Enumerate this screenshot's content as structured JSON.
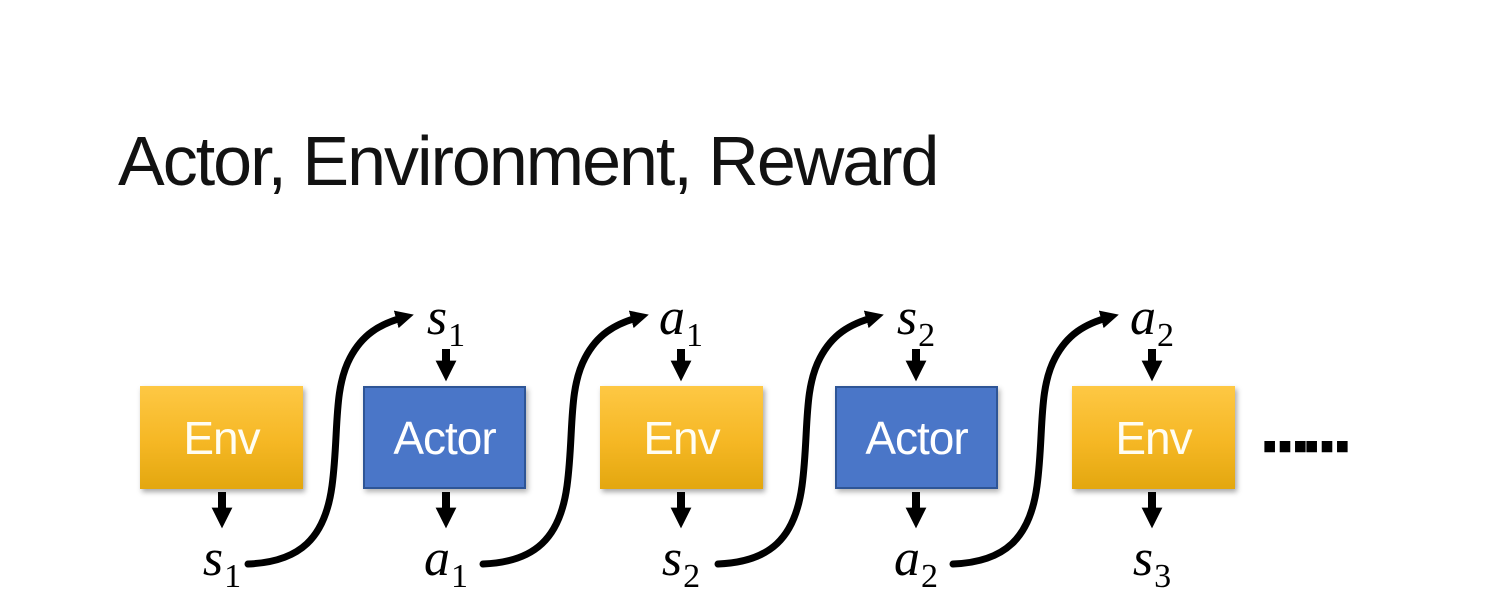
{
  "title": "Actor, Environment, Reward",
  "diagram": {
    "boxes": [
      {
        "label": "Env",
        "type": "env"
      },
      {
        "label": "Actor",
        "type": "actor"
      },
      {
        "label": "Env",
        "type": "env"
      },
      {
        "label": "Actor",
        "type": "actor"
      },
      {
        "label": "Env",
        "type": "env"
      }
    ],
    "top_labels": [
      {
        "base": "s",
        "sub": "1"
      },
      {
        "base": "a",
        "sub": "1"
      },
      {
        "base": "s",
        "sub": "2"
      },
      {
        "base": "a",
        "sub": "2"
      }
    ],
    "bottom_labels": [
      {
        "base": "s",
        "sub": "1"
      },
      {
        "base": "a",
        "sub": "1"
      },
      {
        "base": "s",
        "sub": "2"
      },
      {
        "base": "a",
        "sub": "2"
      },
      {
        "base": "s",
        "sub": "3"
      }
    ],
    "ellipsis": "……",
    "colors": {
      "env_gradient_top": "#FEC844",
      "env_gradient_bottom": "#E3A70F",
      "actor_fill": "#4A76C8",
      "actor_border": "#2E5596",
      "arrow": "#000000",
      "box_text": "#FFFFFF",
      "title_text": "#121212"
    }
  }
}
